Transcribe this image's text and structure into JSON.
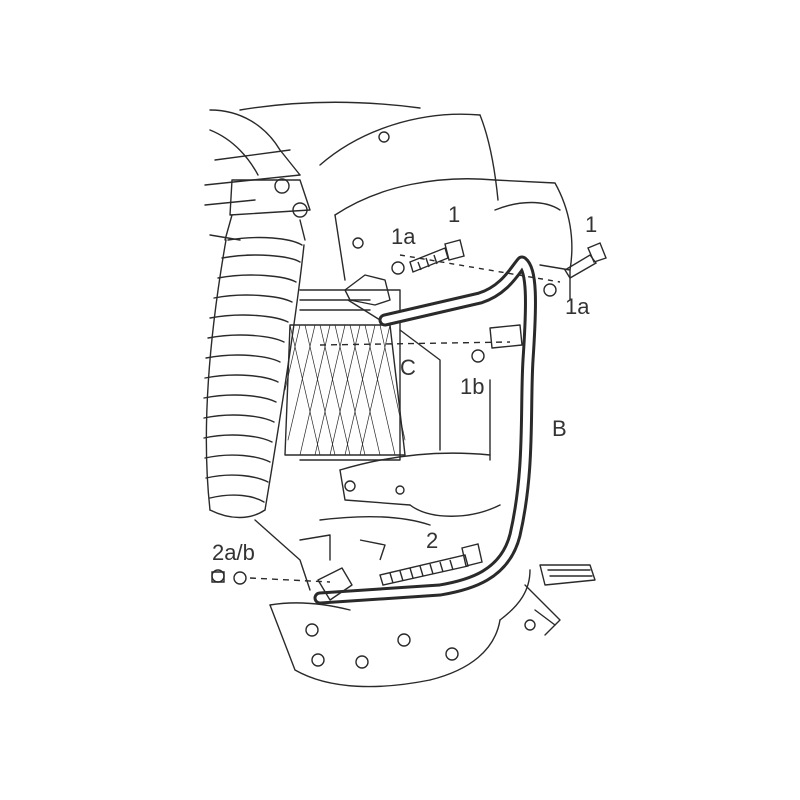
{
  "diagram": {
    "line_color": "#2a2a2a",
    "background": "#ffffff",
    "labels": {
      "bolt_left": "1",
      "washer_left": "1a",
      "bolt_right": "1",
      "washer_right": "1a",
      "nut_center": "1b",
      "bracket": "C",
      "guard_bar": "B",
      "bolt_lower": "2",
      "nut_lower": "2a/b"
    }
  }
}
